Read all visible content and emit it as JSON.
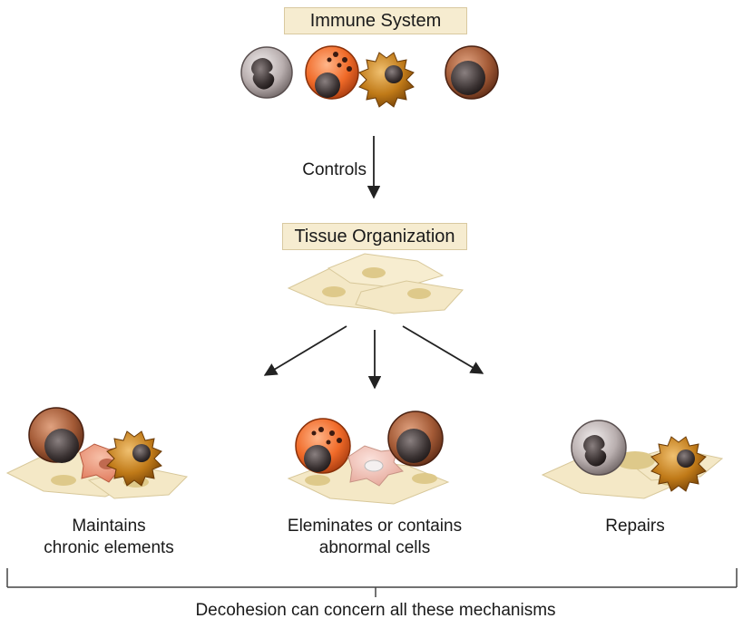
{
  "top_label": "Immune System",
  "arrow_label": "Controls",
  "middle_label": "Tissue Organization",
  "outcomes": [
    {
      "line1": "Maintains",
      "line2": "chronic elements"
    },
    {
      "line1": "Eleminates or contains",
      "line2": "abnormal cells"
    },
    {
      "line1": "Repairs",
      "line2": ""
    }
  ],
  "footer": "Decohesion can concern all these mechanisms",
  "icons": [
    "lymphocyte-cell-icon",
    "granulocyte-cell-icon",
    "macrophage-cell-icon",
    "monocyte-cell-icon",
    "epithelial-tissue-icon"
  ]
}
